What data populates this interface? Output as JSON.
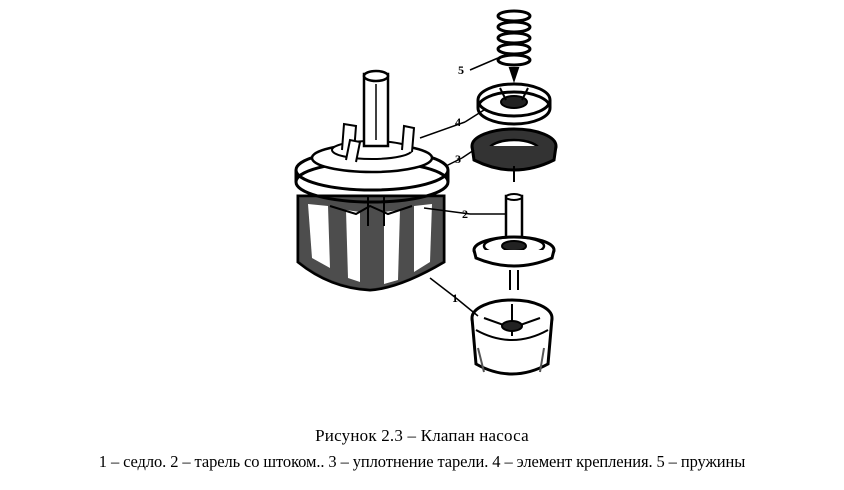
{
  "figure": {
    "callouts": [
      "1",
      "2",
      "3",
      "4",
      "5"
    ]
  },
  "caption": {
    "title": "Рисунок 2.3 –  Клапан насоса",
    "legend": "1 – седло. 2 – тарель  со штоком.. 3 – уплотнение тарели. 4 – элемент крепления. 5 – пружины"
  },
  "colors": {
    "ink": "#000000",
    "paper": "#ffffff",
    "shade": "#3a3a3a"
  }
}
